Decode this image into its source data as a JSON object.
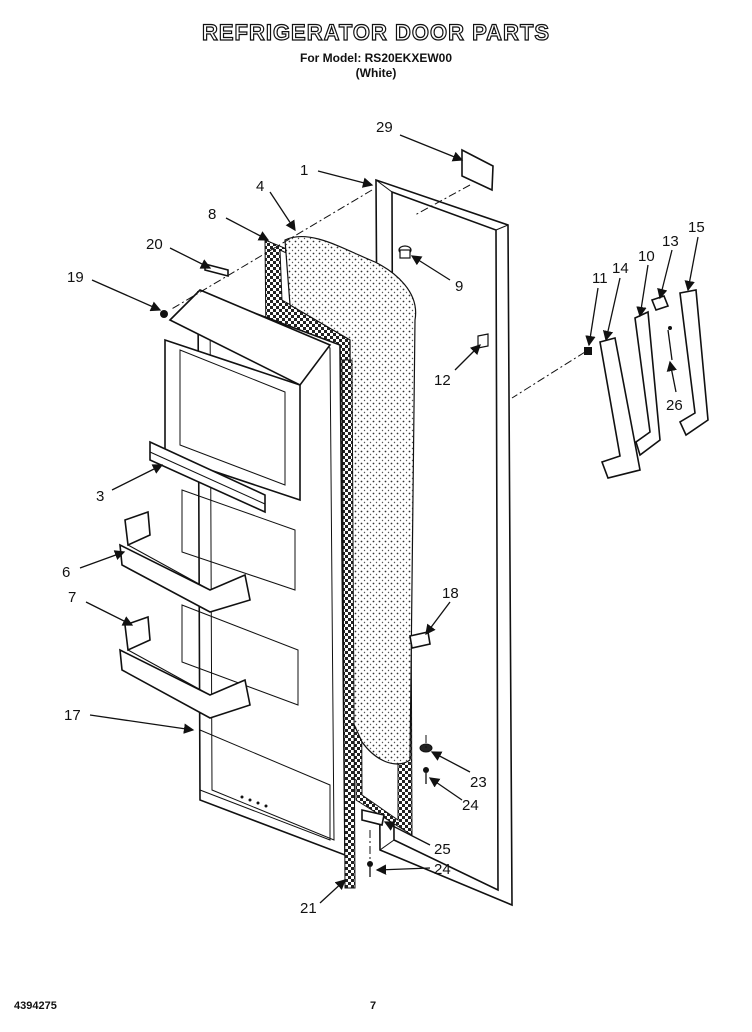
{
  "header": {
    "title": "REFRIGERATOR DOOR PARTS",
    "model_line": "For Model: RS20EKXEW00",
    "color_line": "(White)"
  },
  "footer": {
    "doc_number": "4394275",
    "page_number": "7"
  },
  "callouts": [
    {
      "id": "29",
      "label": "29"
    },
    {
      "id": "1",
      "label": "1"
    },
    {
      "id": "4",
      "label": "4"
    },
    {
      "id": "8",
      "label": "8"
    },
    {
      "id": "20",
      "label": "20"
    },
    {
      "id": "19",
      "label": "19"
    },
    {
      "id": "9",
      "label": "9"
    },
    {
      "id": "12",
      "label": "12"
    },
    {
      "id": "3",
      "label": "3"
    },
    {
      "id": "6",
      "label": "6"
    },
    {
      "id": "7",
      "label": "7"
    },
    {
      "id": "17",
      "label": "17"
    },
    {
      "id": "18",
      "label": "18"
    },
    {
      "id": "23",
      "label": "23"
    },
    {
      "id": "24a",
      "label": "24"
    },
    {
      "id": "25",
      "label": "25"
    },
    {
      "id": "24b",
      "label": "24"
    },
    {
      "id": "21",
      "label": "21"
    },
    {
      "id": "11",
      "label": "11"
    },
    {
      "id": "14",
      "label": "14"
    },
    {
      "id": "10",
      "label": "10"
    },
    {
      "id": "13",
      "label": "13"
    },
    {
      "id": "15",
      "label": "15"
    },
    {
      "id": "26",
      "label": "26"
    }
  ]
}
